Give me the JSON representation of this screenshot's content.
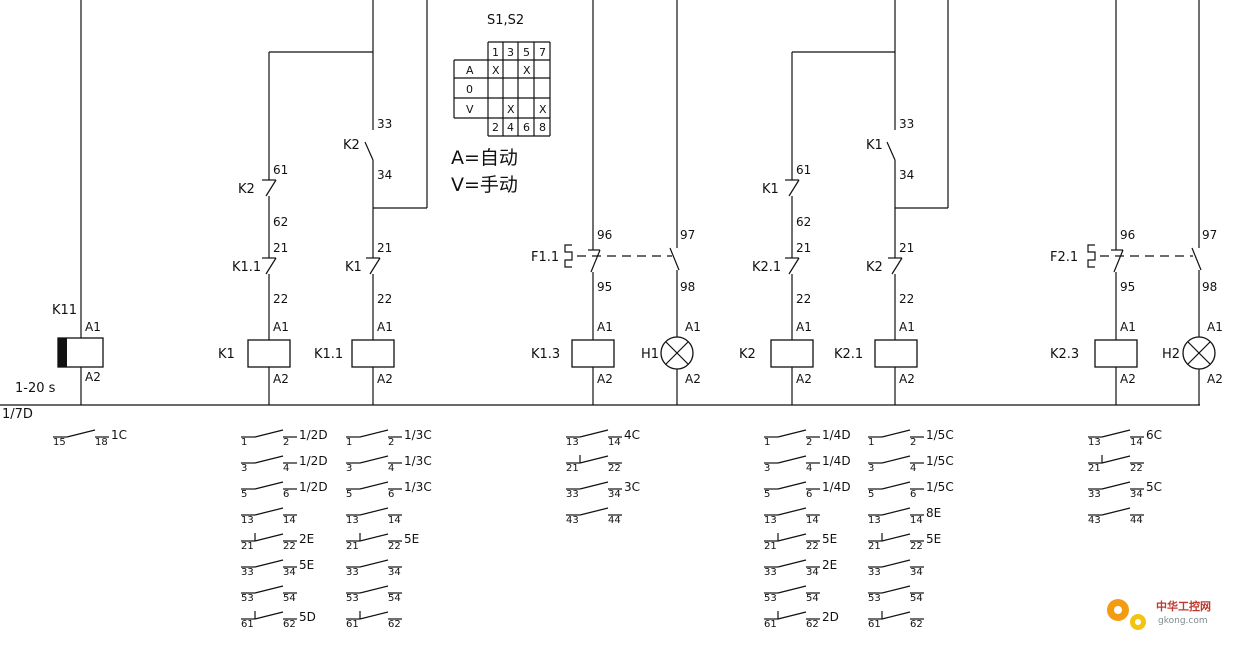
{
  "selector": {
    "title": "S1,S2",
    "top_numbers": [
      "1",
      "3",
      "5",
      "7"
    ],
    "bottom_numbers": [
      "2",
      "4",
      "6",
      "8"
    ],
    "rows": [
      {
        "label": "A",
        "cells": [
          "X",
          "",
          "X",
          ""
        ]
      },
      {
        "label": "0",
        "cells": [
          "",
          "",
          "",
          ""
        ]
      },
      {
        "label": "V",
        "cells": [
          "",
          "X",
          "",
          "X"
        ]
      }
    ],
    "legend_auto": "A=自动",
    "legend_manual": "V=手动"
  },
  "timer": {
    "name": "K11",
    "range": "1-20  s",
    "ref": "1/7D"
  },
  "coil_labels": {
    "k1": "K1",
    "k11": "K1.1",
    "k13": "K1.3",
    "h1": "H1",
    "k2": "K2",
    "k21": "K2.1",
    "k23": "K2.3",
    "h2": "H2"
  },
  "contact_labels": {
    "c1_nc": "K2",
    "c1_k11": "K1.1",
    "c2_no": "K2",
    "c2_nc": "K1",
    "f1": "F1.1",
    "c4_nc": "K1",
    "c4_k21": "K2.1",
    "c5_no": "K1",
    "c5_nc": "K2",
    "f2": "F2.1"
  },
  "pins": {
    "a1": "A1",
    "a2": "A2",
    "n61": "61",
    "n62": "62",
    "n21": "21",
    "n22": "22",
    "n33": "33",
    "n34": "34",
    "n95": "95",
    "n96": "96",
    "n97": "97",
    "n98": "98"
  },
  "xref": {
    "k11": [
      {
        "a": "15",
        "b": "18",
        "ref": "1C"
      }
    ],
    "k1": [
      {
        "a": "1",
        "b": "2",
        "ref": "1/2D"
      },
      {
        "a": "3",
        "b": "4",
        "ref": "1/2D"
      },
      {
        "a": "5",
        "b": "6",
        "ref": "1/2D"
      },
      {
        "a": "13",
        "b": "14",
        "ref": ""
      },
      {
        "a": "21",
        "b": "22",
        "ref": "2E"
      },
      {
        "a": "33",
        "b": "34",
        "ref": "5E"
      },
      {
        "a": "53",
        "b": "54",
        "ref": ""
      },
      {
        "a": "61",
        "b": "62",
        "ref": "5D"
      }
    ],
    "k11c": [
      {
        "a": "1",
        "b": "2",
        "ref": "1/3C"
      },
      {
        "a": "3",
        "b": "4",
        "ref": "1/3C"
      },
      {
        "a": "5",
        "b": "6",
        "ref": "1/3C"
      },
      {
        "a": "13",
        "b": "14",
        "ref": ""
      },
      {
        "a": "21",
        "b": "22",
        "ref": "5E"
      },
      {
        "a": "33",
        "b": "34",
        "ref": ""
      },
      {
        "a": "53",
        "b": "54",
        "ref": ""
      },
      {
        "a": "61",
        "b": "62",
        "ref": ""
      }
    ],
    "k13": [
      {
        "a": "13",
        "b": "14",
        "ref": "4C"
      },
      {
        "a": "21",
        "b": "22",
        "ref": ""
      },
      {
        "a": "33",
        "b": "34",
        "ref": "3C"
      },
      {
        "a": "43",
        "b": "44",
        "ref": ""
      }
    ],
    "k2": [
      {
        "a": "1",
        "b": "2",
        "ref": "1/4D"
      },
      {
        "a": "3",
        "b": "4",
        "ref": "1/4D"
      },
      {
        "a": "5",
        "b": "6",
        "ref": "1/4D"
      },
      {
        "a": "13",
        "b": "14",
        "ref": ""
      },
      {
        "a": "21",
        "b": "22",
        "ref": "5E"
      },
      {
        "a": "33",
        "b": "34",
        "ref": "2E"
      },
      {
        "a": "53",
        "b": "54",
        "ref": ""
      },
      {
        "a": "61",
        "b": "62",
        "ref": "2D"
      }
    ],
    "k21": [
      {
        "a": "1",
        "b": "2",
        "ref": "1/5C"
      },
      {
        "a": "3",
        "b": "4",
        "ref": "1/5C"
      },
      {
        "a": "5",
        "b": "6",
        "ref": "1/5C"
      },
      {
        "a": "13",
        "b": "14",
        "ref": "8E"
      },
      {
        "a": "21",
        "b": "22",
        "ref": "5E"
      },
      {
        "a": "33",
        "b": "34",
        "ref": ""
      },
      {
        "a": "53",
        "b": "54",
        "ref": ""
      },
      {
        "a": "61",
        "b": "62",
        "ref": ""
      }
    ],
    "k23": [
      {
        "a": "13",
        "b": "14",
        "ref": "6C"
      },
      {
        "a": "21",
        "b": "22",
        "ref": ""
      },
      {
        "a": "33",
        "b": "34",
        "ref": "5C"
      },
      {
        "a": "43",
        "b": "44",
        "ref": ""
      }
    ]
  },
  "watermark": {
    "name": "中华工控网",
    "site": "gkong.com",
    "gear_color": "#f39c12",
    "text_color": "#c0392b"
  }
}
